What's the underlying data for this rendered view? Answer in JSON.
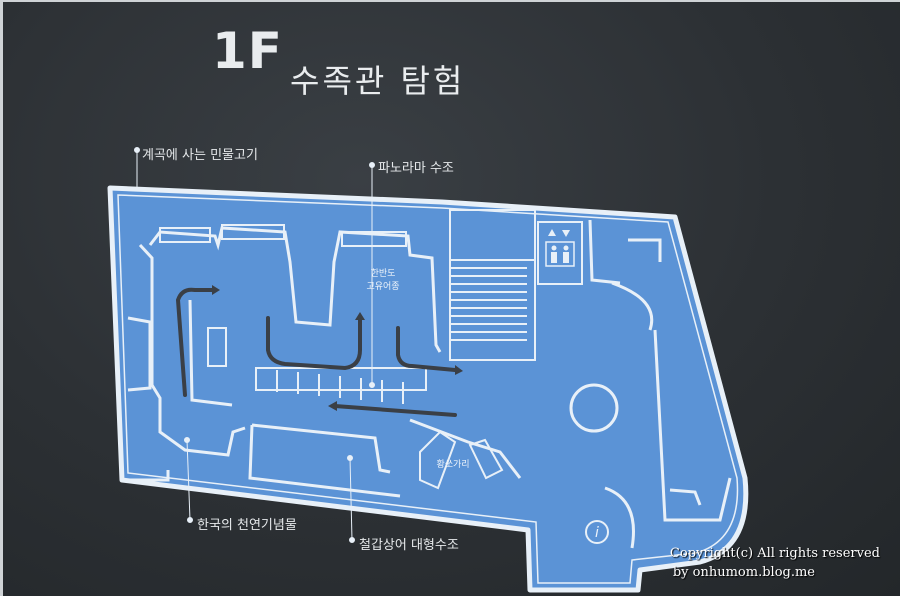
{
  "title": {
    "floor": "1F",
    "text": "수족관 탐험"
  },
  "labels": {
    "valley_fish": "계곡에 사는 민물고기",
    "panorama": "파노라마 수조",
    "monuments": "한국의 천연기념물",
    "sturgeon": "철갑상어 대형수조",
    "peninsula_line1": "한반도",
    "peninsula_line2": "고유어종",
    "catfish": "황쏘가리"
  },
  "copyright": {
    "line1": "Copyright(c) All rights reserved",
    "line2": "by onhumom.blog.me"
  },
  "icons": {
    "elevator": "elevator-icon",
    "info": "info-icon",
    "up_down_arrows": "up-down-arrows-icon"
  },
  "colors": {
    "background": "#2b2f33",
    "map_fill": "#5b93d6",
    "map_line": "#e8f0f8",
    "arrow": "#3a3f46"
  }
}
